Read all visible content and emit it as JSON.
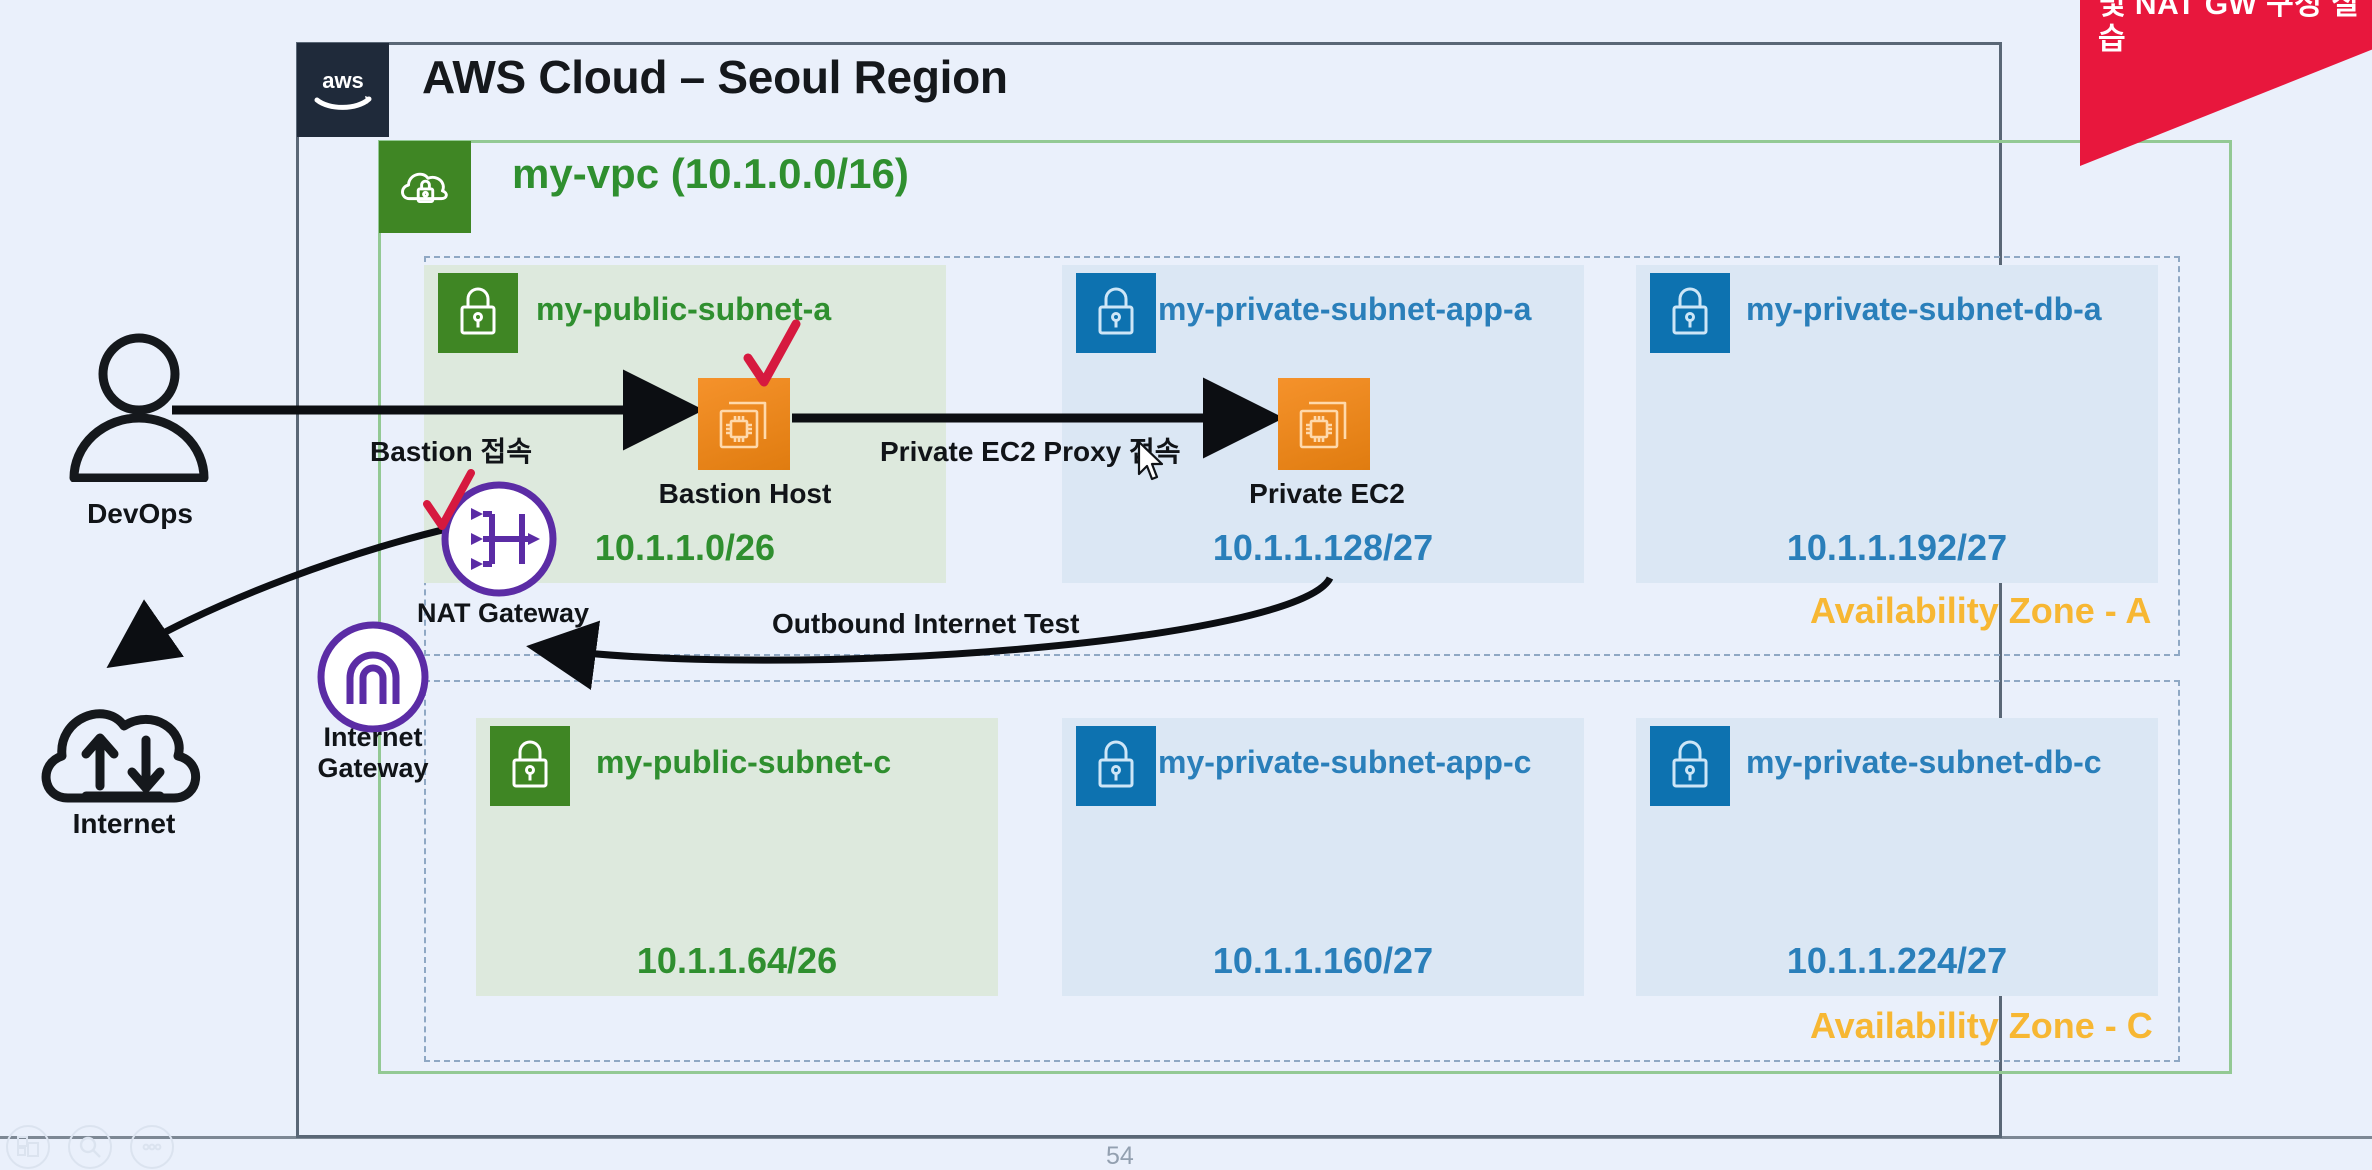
{
  "ribbon": {
    "text": "및 NAT GW 구성\n실습",
    "color": "#e8173d"
  },
  "cloud": {
    "title": "AWS Cloud – Seoul Region",
    "logo_icon": "aws-logo-icon",
    "border_color": "#5a6776"
  },
  "vpc": {
    "title": "my-vpc (10.1.0.0/16)",
    "icon": "vpc-cloud-lock-icon",
    "color": "#2f8f2f",
    "border_color": "#93c994"
  },
  "availability_zones": [
    {
      "id": "az-a",
      "label": "Availability Zone - A",
      "color": "#f7b733"
    },
    {
      "id": "az-c",
      "label": "Availability Zone - C",
      "color": "#f7b733"
    }
  ],
  "subnets": [
    {
      "id": "sub-pub-a",
      "name": "my-public-subnet-a",
      "cidr": "10.1.1.0/26",
      "kind": "public",
      "icon": "subnet-lock-icon",
      "color": "#2f8f2f",
      "icon_bg": "#3f8624"
    },
    {
      "id": "sub-app-a",
      "name": "my-private-subnet-app-a",
      "cidr": "10.1.1.128/27",
      "kind": "private",
      "icon": "subnet-lock-icon",
      "color": "#2a7fba",
      "icon_bg": "#0d72b0"
    },
    {
      "id": "sub-db-a",
      "name": "my-private-subnet-db-a",
      "cidr": "10.1.1.192/27",
      "kind": "private",
      "icon": "subnet-lock-icon",
      "color": "#2a7fba",
      "icon_bg": "#0d72b0"
    },
    {
      "id": "sub-pub-c",
      "name": "my-public-subnet-c",
      "cidr": "10.1.1.64/26",
      "kind": "public",
      "icon": "subnet-lock-icon",
      "color": "#2f8f2f",
      "icon_bg": "#3f8624"
    },
    {
      "id": "sub-app-c",
      "name": "my-private-subnet-app-c",
      "cidr": "10.1.1.160/27",
      "kind": "private",
      "icon": "subnet-lock-icon",
      "color": "#2a7fba",
      "icon_bg": "#0d72b0"
    },
    {
      "id": "sub-db-c",
      "name": "my-private-subnet-db-c",
      "cidr": "10.1.1.224/27",
      "kind": "private",
      "icon": "subnet-lock-icon",
      "color": "#2a7fba",
      "icon_bg": "#0d72b0"
    }
  ],
  "nodes": {
    "devops": {
      "label": "DevOps",
      "icon": "user-icon"
    },
    "internet": {
      "label": "Internet",
      "icon": "internet-cloud-icon"
    },
    "nat_gateway": {
      "label": "NAT Gateway",
      "icon": "nat-gateway-icon",
      "color": "#5b2ca5"
    },
    "internet_gateway": {
      "label": "Internet\nGateway",
      "icon": "internet-gateway-icon",
      "color": "#5b2ca5"
    },
    "bastion_host": {
      "label": "Bastion Host",
      "icon": "ec2-instance-icon",
      "color": "#e07c10"
    },
    "private_ec2": {
      "label": "Private EC2",
      "icon": "ec2-instance-icon",
      "color": "#e07c10"
    }
  },
  "connections": [
    {
      "id": "bastion-access",
      "label": "Bastion 접속"
    },
    {
      "id": "proxy-access",
      "label": "Private EC2 Proxy 접속"
    },
    {
      "id": "outbound-test",
      "label": "Outbound Internet Test"
    }
  ],
  "annotations": [
    {
      "id": "check-1",
      "icon": "red-check-icon",
      "color": "#d6193f"
    },
    {
      "id": "check-2",
      "icon": "red-check-icon",
      "color": "#d6193f"
    }
  ],
  "footer": {
    "page_number": "54"
  },
  "toolbar": [
    {
      "id": "tb-grid",
      "icon": "grid-view-icon"
    },
    {
      "id": "tb-search",
      "icon": "search-icon"
    },
    {
      "id": "tb-more",
      "icon": "more-options-icon"
    }
  ]
}
